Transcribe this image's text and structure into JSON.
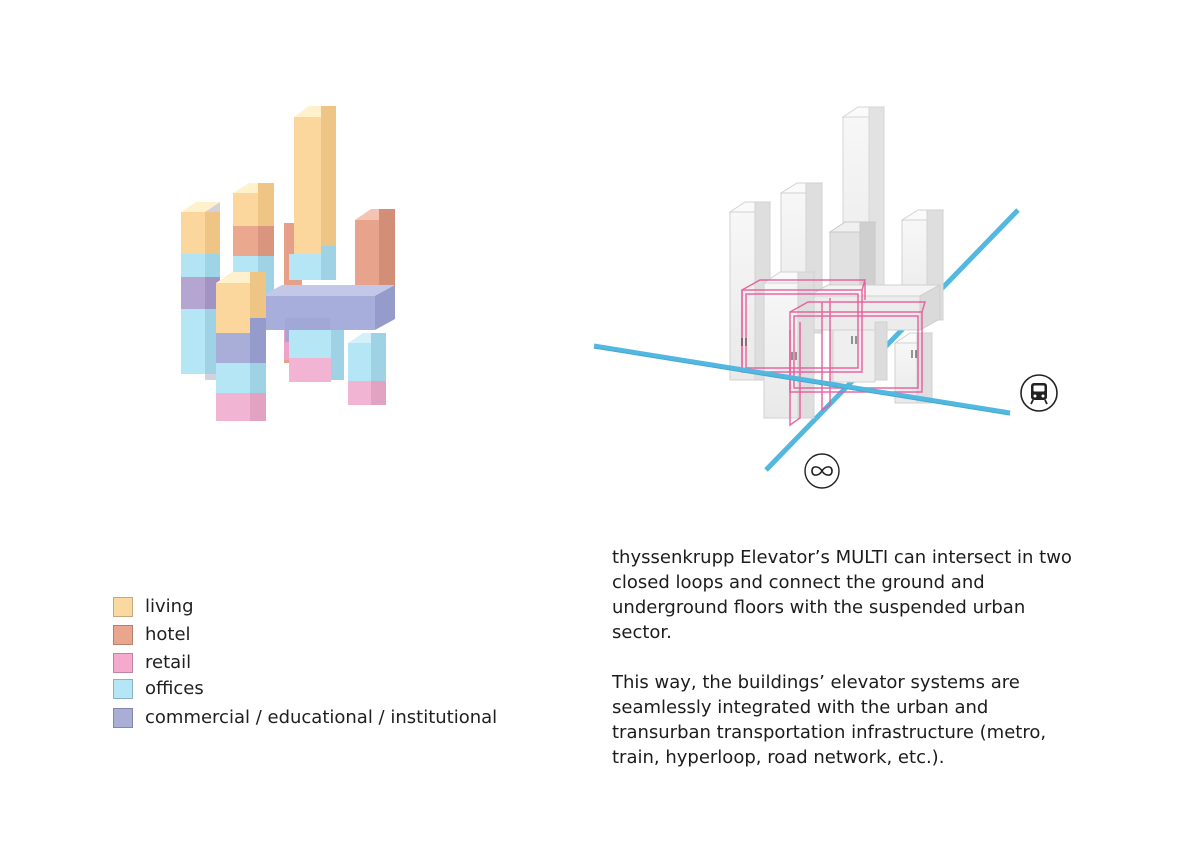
{
  "colors": {
    "living": "#fad9a0",
    "hotel": "#eaa58f",
    "retail": "#f4a9cd",
    "offices": "#b4e6f6",
    "commercial": "#a9aed7",
    "transit_line": "#53b8e0",
    "elevator_loop": "#e9589a"
  },
  "legend": [
    {
      "key": "living",
      "label": "living"
    },
    {
      "key": "hotel",
      "label": "hotel"
    },
    {
      "key": "retail",
      "label": "retail"
    },
    {
      "key": "offices",
      "label": "offices"
    },
    {
      "key": "commercial",
      "label": "commercial / educational / institutional"
    }
  ],
  "icons": {
    "metro": "metro-train-icon",
    "hyperloop": "infinity-icon"
  },
  "description": {
    "brand": "thyssenkrupp Elevator’s MULTI",
    "paragraph1_rest": " can intersect in two closed loops and connect the ground and underground floors with the suspended urban sector.",
    "paragraph2": "This way, the buildings’ elevator systems are seamlessly integrated with the urban and transurban transportation infrastructure (metro, train, hyperloop, road network, etc.)."
  }
}
